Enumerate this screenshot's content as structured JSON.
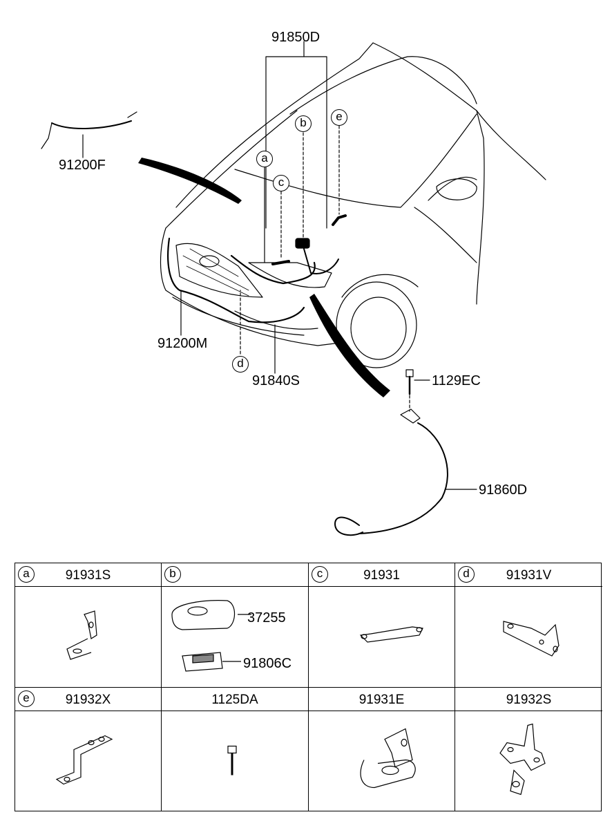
{
  "callouts": {
    "p91850D": "91850D",
    "p91200F": "91200F",
    "p91200M": "91200M",
    "p91840S": "91840S",
    "p1129EC": "1129EC",
    "p91860D": "91860D"
  },
  "markers": {
    "a": "a",
    "b": "b",
    "c": "c",
    "d": "d",
    "e": "e"
  },
  "legend": {
    "a": {
      "marker": "a",
      "part": "91931S"
    },
    "b": {
      "marker": "b",
      "part": "",
      "sub1": "37255",
      "sub2": "91806C"
    },
    "c": {
      "marker": "c",
      "part": "91931"
    },
    "d": {
      "marker": "d",
      "part": "91931V"
    },
    "e": {
      "marker": "e",
      "part": "91932X"
    },
    "f": {
      "part": "1125DA"
    },
    "g": {
      "part": "91931E"
    },
    "h": {
      "part": "91932S"
    }
  }
}
